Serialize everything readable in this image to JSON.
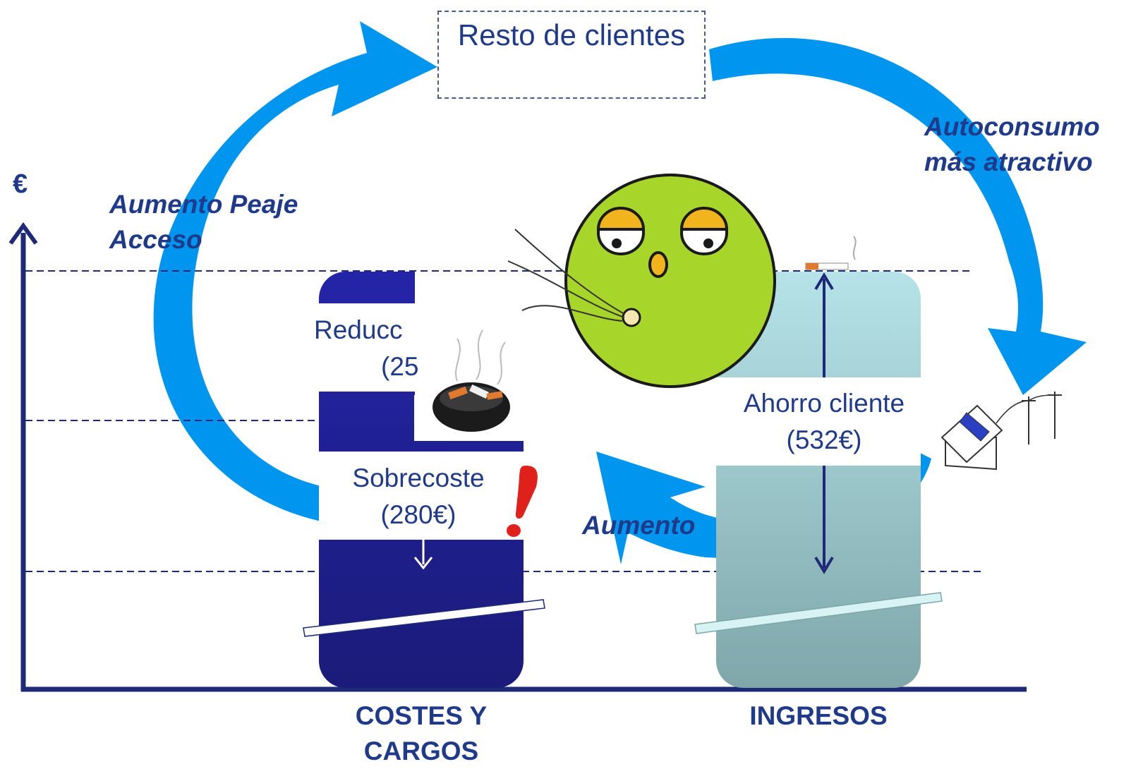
{
  "box": {
    "text": "Resto de clientes"
  },
  "arrow_labels": {
    "left": "Aumento Peaje Acceso",
    "right": "Autoconsumo más atractivo",
    "bottom": "Aumento"
  },
  "axis": {
    "y_symbol": "€"
  },
  "left_column": {
    "label": "COSTES Y CARGOS",
    "top_text_line1": "Reducc",
    "top_text_line2": "(25",
    "middle_text_line1": "Sobrecoste",
    "middle_text_line2": "(280€)"
  },
  "right_column": {
    "label": "INGRESOS",
    "text_line1": "Ahorro cliente",
    "text_line2": "(532€)"
  },
  "warning": "!",
  "colors": {
    "cycle_arrow": "#0096f0",
    "dark_column": "#1e1e8c",
    "light_column": "#a8dade",
    "text_primary": "#1f3a8a"
  },
  "icons": [
    "ashtray-icon",
    "smiley-face-icon",
    "solar-house-icon",
    "cigarette-icon",
    "exclamation-icon"
  ]
}
